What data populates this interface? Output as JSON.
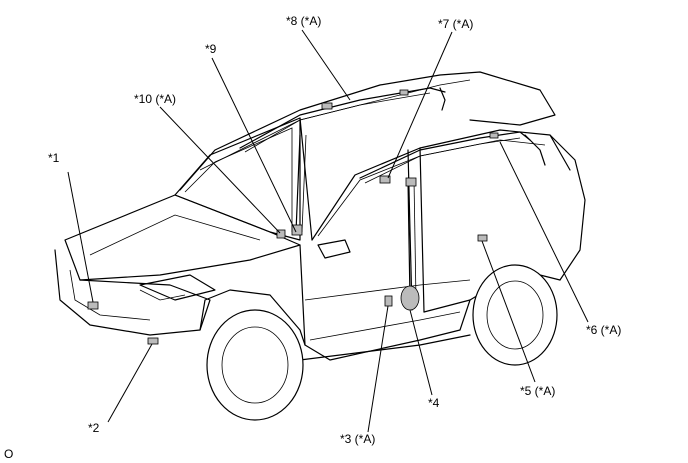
{
  "callouts": {
    "c1": "*1",
    "c2": "*2",
    "c3": "*3 (*A)",
    "c4": "*4",
    "c5": "*5 (*A)",
    "c6": "*6 (*A)",
    "c7": "*7 (*A)",
    "c8": "*8 (*A)",
    "c9": "*9",
    "c10": "*10 (*A)"
  },
  "figure_code": "O"
}
